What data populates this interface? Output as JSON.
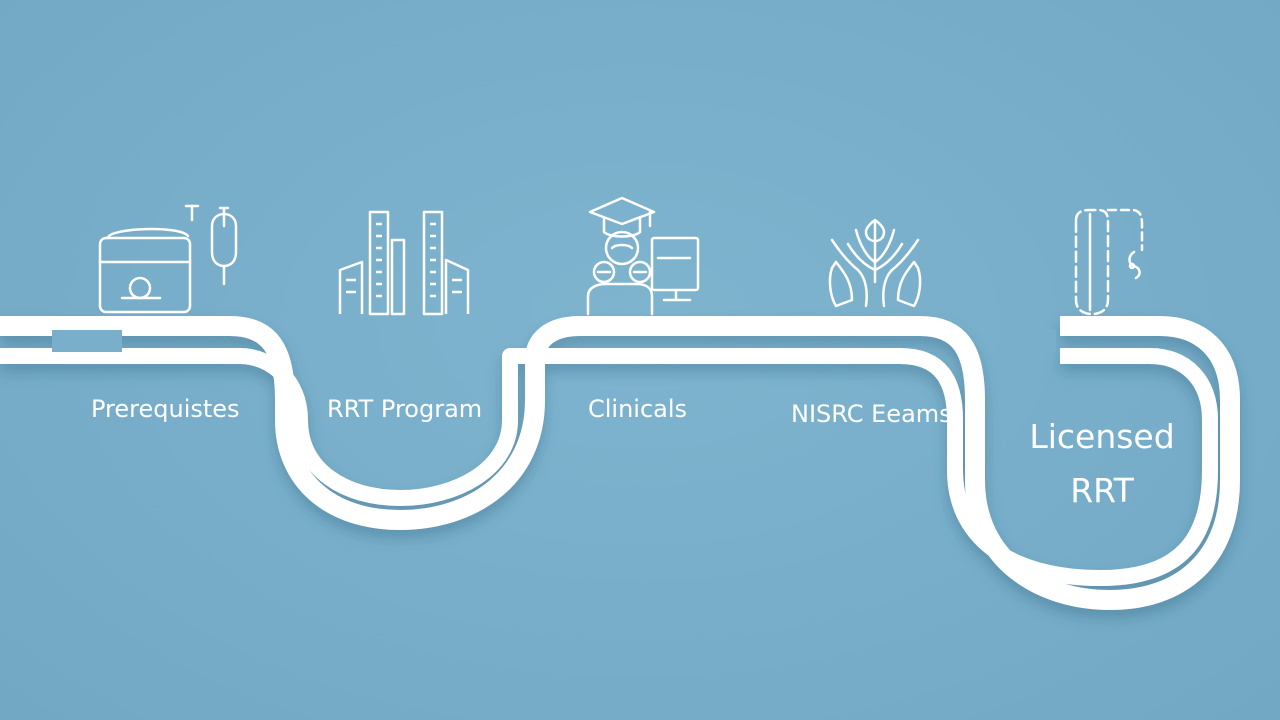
{
  "colors": {
    "background": "#79afca",
    "path": "#ffffff",
    "text": "#ffffff"
  },
  "steps": [
    {
      "label": "Prerequistes",
      "icon": "document-case-and-flask-icon"
    },
    {
      "label": "RRT Program",
      "icon": "buildings-icon"
    },
    {
      "label": "Clinicals",
      "icon": "graduate-at-computer-icon"
    },
    {
      "label": "NISRC Eeams",
      "icon": "hands-with-flower-icon"
    }
  ],
  "final": {
    "line1": "Licensed",
    "line2": "RRT",
    "icon": "inhaler-device-icon"
  }
}
